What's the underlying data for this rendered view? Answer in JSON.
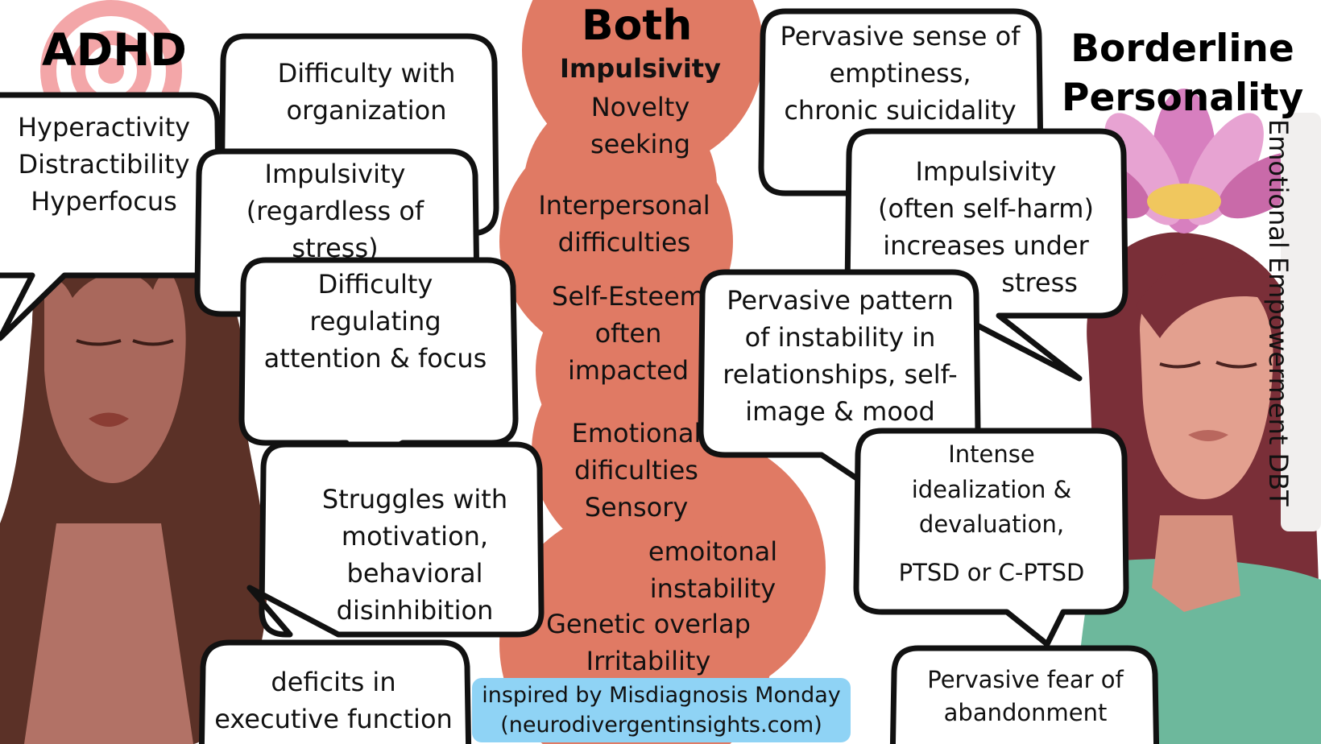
{
  "colors": {
    "center_blob": "#e07a64",
    "target_ring": "#f3a6a8",
    "bubble_fill": "#ffffff",
    "bubble_stroke": "#111111",
    "credit_bg": "#8fd3f5",
    "adhd_hair": "#5b3127",
    "adhd_skin": "#a9685c",
    "bpd_hair": "#7a2f38",
    "bpd_skin": "#e3a08f",
    "bpd_top": "#6db89c",
    "lotus": "#d77fbf"
  },
  "icons": [
    "target-icon",
    "lotus-icon"
  ],
  "adhd": {
    "title": "ADHD",
    "traits": [
      "Hyperactivity",
      "Distractibility",
      "Hyperfocus"
    ],
    "organization": [
      "Difficulty with",
      "organization"
    ],
    "impulsivity": [
      "Impulsivity",
      "(regardless of stress)"
    ],
    "attention": [
      "Difficulty",
      "regulating",
      "attention & focus"
    ],
    "motivation": [
      "Struggles with",
      "motivation,",
      "behavioral",
      "disinhibition"
    ],
    "executive": [
      "deficits in",
      "executive function"
    ]
  },
  "both": {
    "title": "Both",
    "impulsivity": "Impulsivity",
    "items": [
      [
        "Novelty",
        "seeking"
      ],
      [
        "Interpersonal",
        "difficulties"
      ],
      [
        "Self-Esteem",
        "often",
        "impacted"
      ],
      [
        "Emotional",
        "dificulties",
        "Sensory"
      ],
      [
        "emoitonal",
        "instability"
      ],
      [
        "Genetic overlap",
        "Irritability"
      ]
    ]
  },
  "bpd": {
    "title": [
      "Borderline",
      "Personality"
    ],
    "emptiness": [
      "Pervasive sense of",
      "emptiness,",
      "chronic suicidality"
    ],
    "impulsivity": [
      "Impulsivity",
      "(often self-harm)",
      "increases under",
      "stress"
    ],
    "instability": [
      "Pervasive pattern",
      "of instability in",
      "relationships, self-",
      "image & mood"
    ],
    "idealization": [
      "Intense",
      "idealization &",
      "devaluation,",
      "PTSD or C-PTSD"
    ],
    "abandonment": [
      "Pervasive fear of",
      "abandonment"
    ]
  },
  "side_label": "Emotional Empowerment DBT",
  "credit": [
    "inspired by Misdiagnosis Monday",
    "(neurodivergentinsights.com)"
  ]
}
